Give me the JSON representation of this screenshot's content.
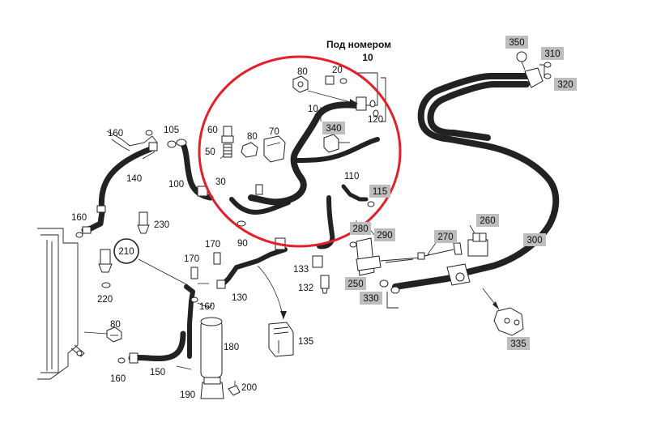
{
  "header": {
    "line1": "Под номером",
    "line2": "10"
  },
  "colors": {
    "highlight_circle": "#e0202a",
    "label_box_gray": "#bdbdbd",
    "line_art": "#222222"
  },
  "labels": {
    "l10": "10",
    "l20": "20",
    "l30": "30",
    "l50": "50",
    "l60": "60",
    "l70": "70",
    "l80a": "80",
    "l80b": "80",
    "l80c": "80",
    "l90": "90",
    "l100": "100",
    "l105": "105",
    "l110": "110",
    "l120": "120",
    "l130": "130",
    "l132": "132",
    "l133": "133",
    "l135": "135",
    "l140": "140",
    "l150": "150",
    "l160a": "160",
    "l160b": "160",
    "l160c": "160",
    "l160d": "160",
    "l170a": "170",
    "l170b": "170",
    "l180": "180",
    "l190": "190",
    "l200": "200",
    "l220": "220",
    "l230": "230",
    "l210": "210"
  },
  "boxed_labels": {
    "b115": "115",
    "b250": "250",
    "b260": "260",
    "b270": "270",
    "b280": "280",
    "b290": "290",
    "b300": "300",
    "b310": "310",
    "b320": "320",
    "b330": "330",
    "b335": "335",
    "b340": "340",
    "b350": "350"
  }
}
